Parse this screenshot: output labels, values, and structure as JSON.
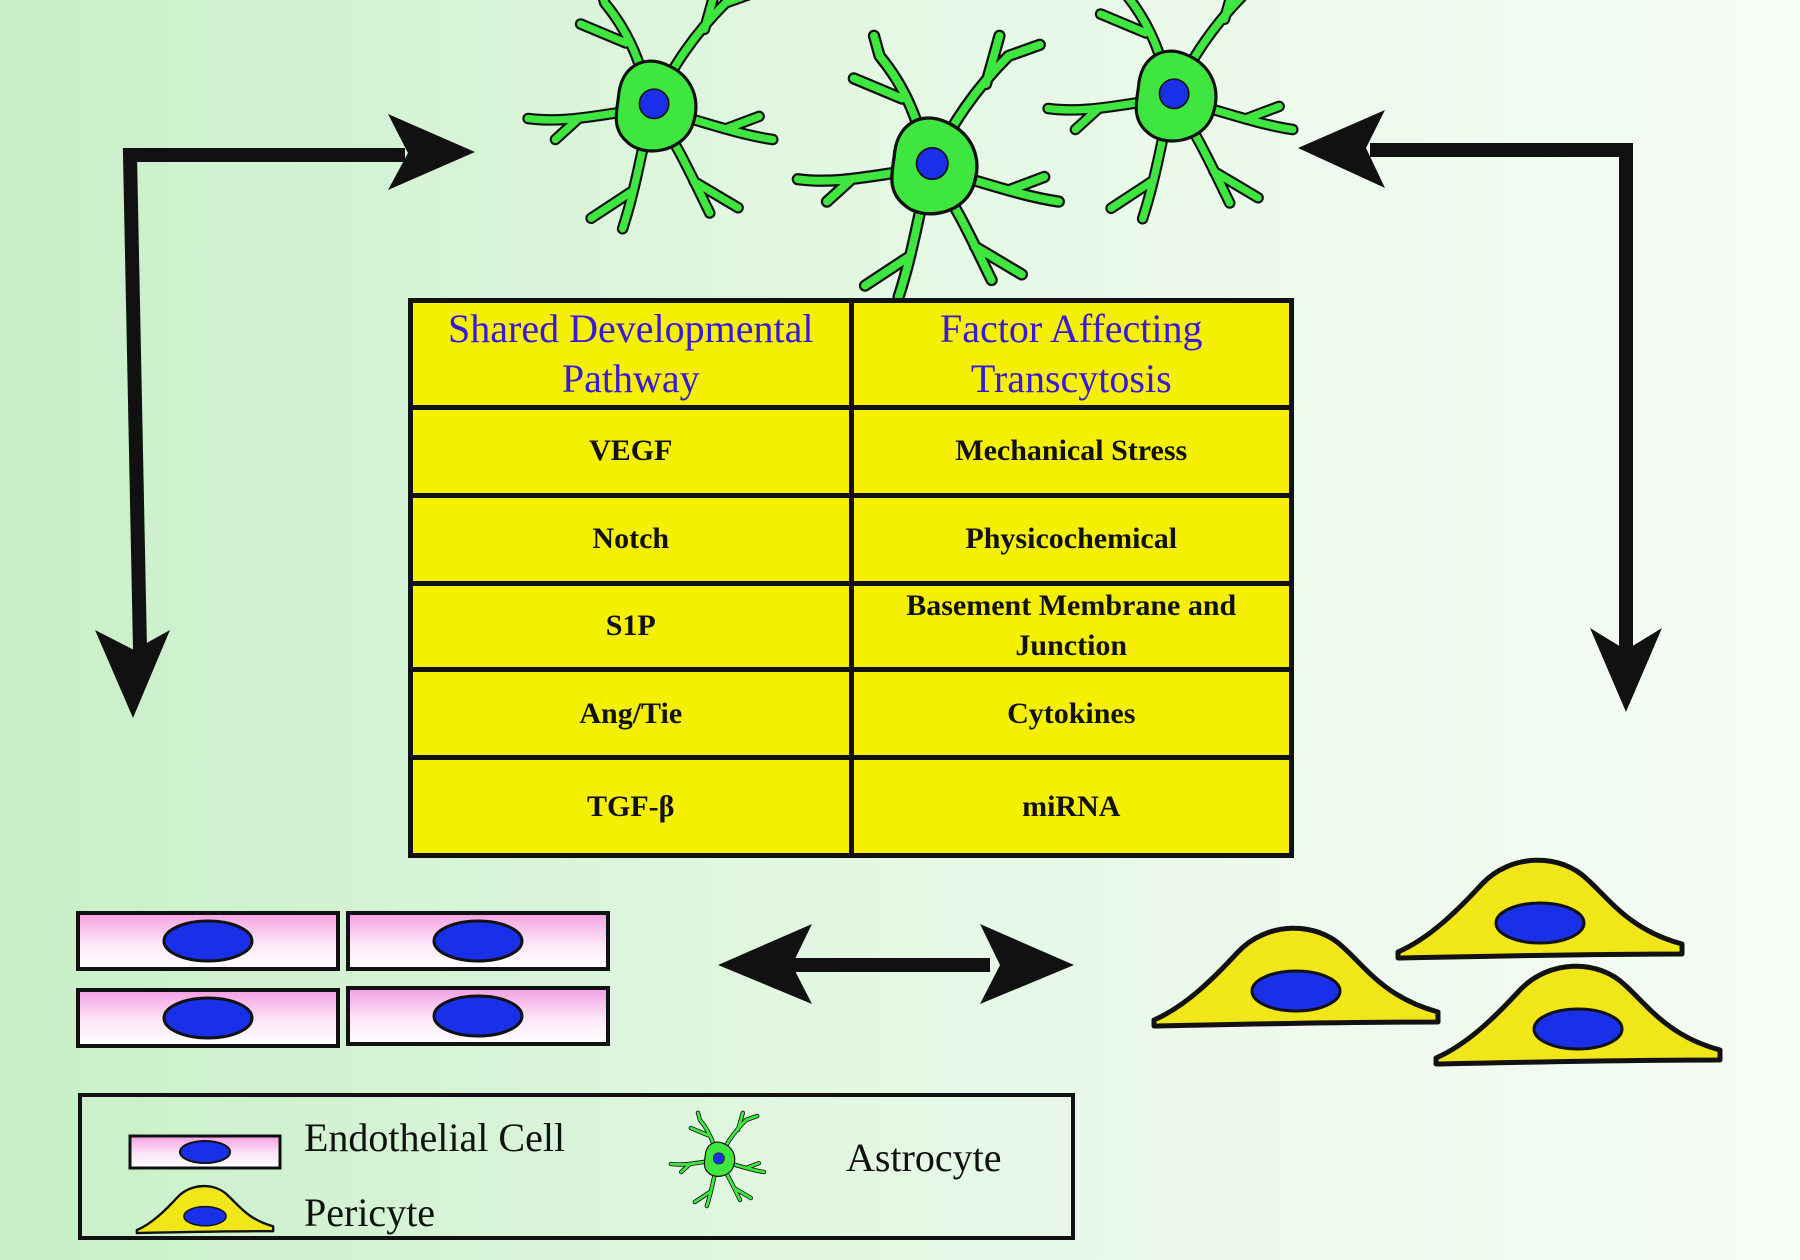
{
  "colors": {
    "table_fill": "#f5f000",
    "header_text": "#3a18d8",
    "astrocyte": "#3fe63f",
    "nucleus": "#1a2fe8",
    "endothelial_pink": "#f6a6e6",
    "pericyte": "#f0e618",
    "arrow": "#111111"
  },
  "table": {
    "headers": [
      "Shared Developmental Pathway",
      "Factor Affecting Transcytosis"
    ],
    "rows": [
      [
        "VEGF",
        "Mechanical Stress"
      ],
      [
        "Notch",
        "Physicochemical"
      ],
      [
        "S1P",
        "Basement Membrane and Junction"
      ],
      [
        "Ang/Tie",
        "Cytokines"
      ],
      [
        "TGF-β",
        "miRNA"
      ]
    ]
  },
  "legend": {
    "endothelial_label": "Endothelial Cell",
    "pericyte_label": "Pericyte",
    "astrocyte_label": "Astrocyte"
  }
}
